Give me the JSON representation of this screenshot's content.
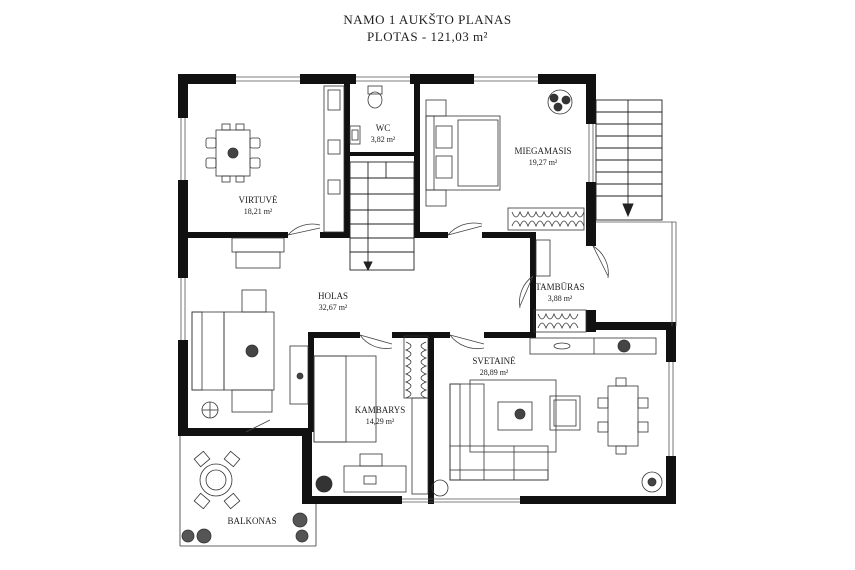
{
  "title": {
    "line1": "NAMO 1 AUKŠTO PLANAS",
    "line2": "PLOTAS - 121,03 m²"
  },
  "rooms": {
    "wc": {
      "name": "WC",
      "area": "3,82 m²"
    },
    "miegamasis": {
      "name": "MIEGAMASIS",
      "area": "19,27 m²"
    },
    "virtuve": {
      "name": "VIRTUVĖ",
      "area": "18,21 m²"
    },
    "holas": {
      "name": "HOLAS",
      "area": "32,67 m²"
    },
    "tamburas": {
      "name": "TAMBŪRAS",
      "area": "3,88 m²"
    },
    "svetaine": {
      "name": "SVETAINĖ",
      "area": "28,89 m²"
    },
    "kambarys": {
      "name": "KAMBARYS",
      "area": "14,29 m²"
    },
    "balkonas": {
      "name": "BALKONAS"
    }
  },
  "colors": {
    "wall": "#111111",
    "line": "#333333",
    "background": "#ffffff"
  }
}
